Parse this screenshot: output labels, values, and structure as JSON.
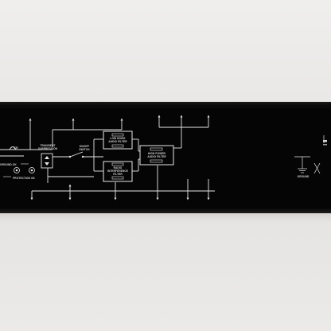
{
  "diagram": {
    "labels": {
      "transient": [
        "TRANSIENT",
        "SUPPRESSION"
      ],
      "on_off": [
        "ON/OFF",
        "SWITCH"
      ],
      "low_noise": [
        "LOW NOISE",
        "AUDIO FILTER"
      ],
      "rf_filter": [
        "RADIO",
        "INTERFERENCE",
        "FILTER"
      ],
      "high_power": [
        "HIGH POWER",
        "AUDIO FILTER"
      ],
      "ce": "CE",
      "ground_ok": "GROUND OK",
      "protection_ok": "PROTECTION OK",
      "ground": "GROUND"
    }
  },
  "colors": {
    "panel": "#050505",
    "line": "#e6e6e6",
    "wall": "#ecebea"
  }
}
